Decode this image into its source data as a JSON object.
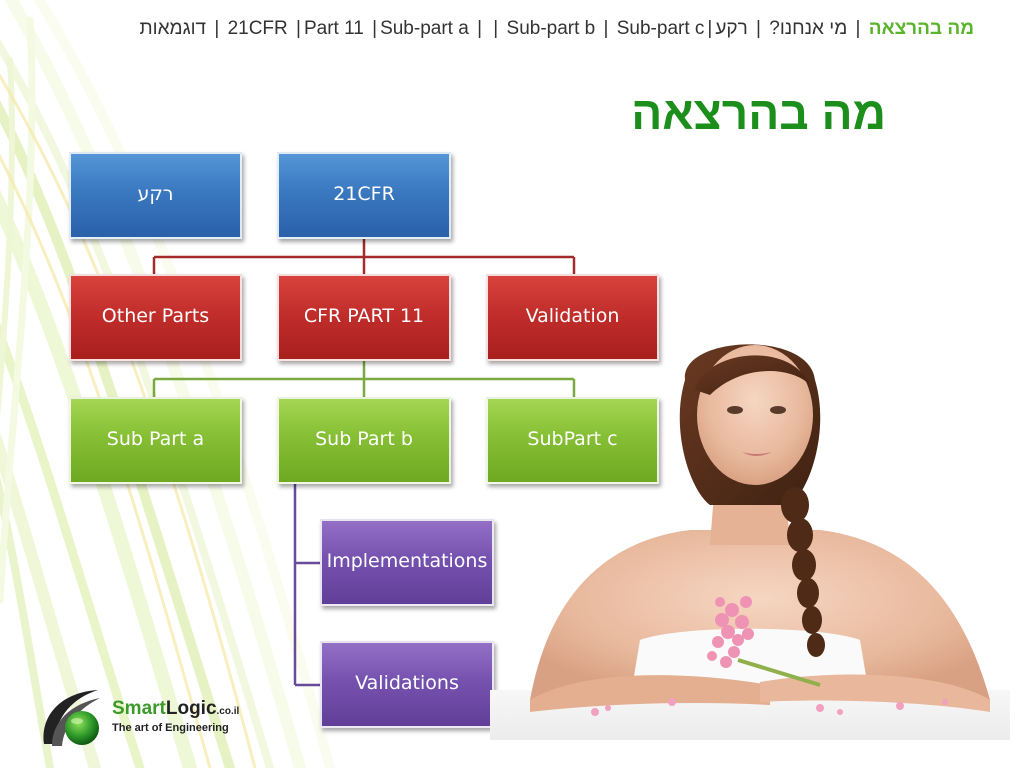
{
  "nav": {
    "current": "מה בהרצאה",
    "separator": "|",
    "items": [
      "מי אנחנו?",
      "רקע",
      "21CFR",
      "Part 11",
      "Sub-part a",
      "",
      "Sub-part b",
      "Sub-part c",
      "דוגמאות"
    ]
  },
  "title": "מה בהרצאה",
  "chart": {
    "level1": [
      {
        "label": "רקע",
        "color": "#3a78c0"
      },
      {
        "label": "21CFR",
        "color": "#3a78c0"
      }
    ],
    "level2": [
      {
        "label": "Other Parts",
        "color": "#c12e2b"
      },
      {
        "label": "CFR PART 11",
        "color": "#c12e2b"
      },
      {
        "label": "Validation",
        "color": "#c12e2b"
      }
    ],
    "level3": [
      {
        "label": "Sub Part a",
        "color": "#86bf34"
      },
      {
        "label": "Sub Part b",
        "color": "#86bf34"
      },
      {
        "label": "SubPart c",
        "color": "#86bf34"
      }
    ],
    "level4": [
      {
        "label": "Implementations",
        "color": "#7652af"
      },
      {
        "label": "Validations",
        "color": "#7652af"
      }
    ]
  },
  "logo": {
    "name_part1": "Smart",
    "name_part2": "Logic",
    "tld": ".co.il",
    "tagline": "The art of Engineering",
    "icon": "swoosh-globe-icon"
  },
  "illustration": {
    "icon": "woman-with-flowers-photo"
  },
  "colors": {
    "accent_green": "#5ab52c",
    "title_green": "#1c8e1c",
    "level1_blue": "#3a78c0",
    "level2_red": "#c12e2b",
    "level3_green": "#86bf34",
    "level4_purple": "#7652af",
    "connector_red": "#a52a2a",
    "connector_green": "#7aa940",
    "connector_purple": "#6a4a9a"
  }
}
